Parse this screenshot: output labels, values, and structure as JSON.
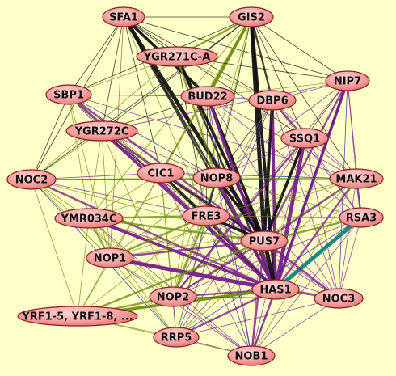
{
  "background_color": "#ffffc8",
  "node_color": "#f48a8a",
  "edge_colors": {
    "black": "#111111",
    "purple": "#7a1f8a",
    "olive": "#6f8f14",
    "navy": "#22229a",
    "teal": "#117f86",
    "brown": "#8a5a2a"
  },
  "nodes": [
    {
      "id": "SFA1",
      "label": "SFA1"
    },
    {
      "id": "GIS2",
      "label": "GIS2"
    },
    {
      "id": "YGR271C-A",
      "label": "YGR271C-A"
    },
    {
      "id": "NIP7",
      "label": "NIP7"
    },
    {
      "id": "SBP1",
      "label": "SBP1"
    },
    {
      "id": "BUD22",
      "label": "BUD22"
    },
    {
      "id": "DBP6",
      "label": "DBP6"
    },
    {
      "id": "YGR272C",
      "label": "YGR272C"
    },
    {
      "id": "SSQ1",
      "label": "SSQ1"
    },
    {
      "id": "NOC2",
      "label": "NOC2"
    },
    {
      "id": "CIC1",
      "label": "CIC1"
    },
    {
      "id": "NOP8",
      "label": "NOP8"
    },
    {
      "id": "MAK21",
      "label": "MAK21"
    },
    {
      "id": "YMR034C",
      "label": "YMR034C"
    },
    {
      "id": "FRE3",
      "label": "FRE3"
    },
    {
      "id": "RSA3",
      "label": "RSA3"
    },
    {
      "id": "NOP1",
      "label": "NOP1"
    },
    {
      "id": "PUS7",
      "label": "PUS7"
    },
    {
      "id": "HAS1",
      "label": "HAS1"
    },
    {
      "id": "NOP2",
      "label": "NOP2"
    },
    {
      "id": "NOC3",
      "label": "NOC3"
    },
    {
      "id": "YRF1",
      "label": "YRF1-5, YRF1-8, ..."
    },
    {
      "id": "RRP5",
      "label": "RRP5"
    },
    {
      "id": "NOB1",
      "label": "NOB1"
    }
  ],
  "edges": [
    [
      "SFA1",
      "GIS2",
      "black",
      1
    ],
    [
      "SFA1",
      "YGR271C-A",
      "black",
      1
    ],
    [
      "SFA1",
      "BUD22",
      "black",
      3
    ],
    [
      "SFA1",
      "PUS7",
      "black",
      4
    ],
    [
      "SFA1",
      "HAS1",
      "black",
      2
    ],
    [
      "SFA1",
      "SBP1",
      "black",
      1
    ],
    [
      "SFA1",
      "NOC2",
      "black",
      1
    ],
    [
      "SFA1",
      "NOP8",
      "black",
      2
    ],
    [
      "SFA1",
      "FRE3",
      "olive",
      1
    ],
    [
      "SFA1",
      "YGR272C",
      "black",
      1
    ],
    [
      "SFA1",
      "NIP7",
      "black",
      1
    ],
    [
      "SFA1",
      "DBP6",
      "black",
      1
    ],
    [
      "SFA1",
      "NOP1",
      "brown",
      1
    ],
    [
      "SFA1",
      "CIC1",
      "black",
      1
    ],
    [
      "SFA1",
      "SSQ1",
      "black",
      1
    ],
    [
      "GIS2",
      "YGR271C-A",
      "olive",
      2
    ],
    [
      "GIS2",
      "BUD22",
      "olive",
      3
    ],
    [
      "GIS2",
      "DBP6",
      "black",
      2
    ],
    [
      "GIS2",
      "PUS7",
      "black",
      4
    ],
    [
      "GIS2",
      "HAS1",
      "black",
      3
    ],
    [
      "GIS2",
      "NIP7",
      "black",
      1
    ],
    [
      "GIS2",
      "SBP1",
      "black",
      1
    ],
    [
      "GIS2",
      "YGR272C",
      "black",
      1
    ],
    [
      "GIS2",
      "CIC1",
      "olive",
      2
    ],
    [
      "GIS2",
      "NOC2",
      "black",
      1
    ],
    [
      "GIS2",
      "NOP8",
      "black",
      1
    ],
    [
      "GIS2",
      "SSQ1",
      "black",
      1
    ],
    [
      "GIS2",
      "FRE3",
      "olive",
      1
    ],
    [
      "GIS2",
      "MAK21",
      "black",
      1
    ],
    [
      "GIS2",
      "NOP2",
      "olive",
      1
    ],
    [
      "GIS2",
      "YMR034C",
      "olive",
      1
    ],
    [
      "YGR271C-A",
      "PUS7",
      "black",
      3
    ],
    [
      "YGR271C-A",
      "HAS1",
      "black",
      2
    ],
    [
      "YGR271C-A",
      "SBP1",
      "olive",
      1
    ],
    [
      "YGR271C-A",
      "NIP7",
      "black",
      1
    ],
    [
      "YGR271C-A",
      "NOP8",
      "olive",
      2
    ],
    [
      "YGR271C-A",
      "DBP6",
      "olive",
      1
    ],
    [
      "YGR271C-A",
      "NOC2",
      "olive",
      1
    ],
    [
      "YGR271C-A",
      "FRE3",
      "black",
      1
    ],
    [
      "NIP7",
      "HAS1",
      "purple",
      3
    ],
    [
      "NIP7",
      "PUS7",
      "purple",
      2
    ],
    [
      "NIP7",
      "RSA3",
      "purple",
      1
    ],
    [
      "NIP7",
      "MAK21",
      "purple",
      1
    ],
    [
      "NIP7",
      "NOC3",
      "navy",
      1
    ],
    [
      "NIP7",
      "DBP6",
      "purple",
      1
    ],
    [
      "NIP7",
      "NOP8",
      "purple",
      1
    ],
    [
      "NIP7",
      "SSQ1",
      "black",
      1
    ],
    [
      "NIP7",
      "NOB1",
      "navy",
      1
    ],
    [
      "NIP7",
      "NOP2",
      "purple",
      1
    ],
    [
      "NIP7",
      "BUD22",
      "olive",
      1
    ],
    [
      "NIP7",
      "YGR272C",
      "purple",
      1
    ],
    [
      "SBP1",
      "HAS1",
      "purple",
      2
    ],
    [
      "SBP1",
      "PUS7",
      "purple",
      2
    ],
    [
      "SBP1",
      "YGR272C",
      "black",
      1
    ],
    [
      "SBP1",
      "NOC2",
      "black",
      1
    ],
    [
      "SBP1",
      "CIC1",
      "olive",
      1
    ],
    [
      "SBP1",
      "NOP8",
      "navy",
      1
    ],
    [
      "SBP1",
      "FRE3",
      "purple",
      1
    ],
    [
      "SBP1",
      "BUD22",
      "navy",
      1
    ],
    [
      "SBP1",
      "NOP1",
      "olive",
      1
    ],
    [
      "SBP1",
      "YMR034C",
      "olive",
      1
    ],
    [
      "SBP1",
      "MAK21",
      "purple",
      1
    ],
    [
      "BUD22",
      "PUS7",
      "black",
      3
    ],
    [
      "BUD22",
      "HAS1",
      "purple",
      3
    ],
    [
      "BUD22",
      "DBP6",
      "purple",
      1
    ],
    [
      "BUD22",
      "NOP8",
      "purple",
      1
    ],
    [
      "BUD22",
      "NOC3",
      "purple",
      1
    ],
    [
      "BUD22",
      "RSA3",
      "purple",
      1
    ],
    [
      "BUD22",
      "NOP2",
      "olive",
      1
    ],
    [
      "BUD22",
      "FRE3",
      "black",
      1
    ],
    [
      "BUD22",
      "MAK21",
      "purple",
      1
    ],
    [
      "BUD22",
      "YGR272C",
      "black",
      1
    ],
    [
      "BUD22",
      "NOB1",
      "navy",
      1
    ],
    [
      "DBP6",
      "HAS1",
      "purple",
      3
    ],
    [
      "DBP6",
      "PUS7",
      "black",
      3
    ],
    [
      "DBP6",
      "SSQ1",
      "purple",
      2
    ],
    [
      "DBP6",
      "NOC3",
      "purple",
      1
    ],
    [
      "DBP6",
      "RSA3",
      "purple",
      1
    ],
    [
      "DBP6",
      "MAK21",
      "purple",
      1
    ],
    [
      "DBP6",
      "NOP2",
      "purple",
      1
    ],
    [
      "DBP6",
      "NOB1",
      "purple",
      1
    ],
    [
      "DBP6",
      "NOP8",
      "black",
      1
    ],
    [
      "DBP6",
      "FRE3",
      "olive",
      1
    ],
    [
      "DBP6",
      "RRP5",
      "navy",
      1
    ],
    [
      "YGR272C",
      "HAS1",
      "purple",
      3
    ],
    [
      "YGR272C",
      "PUS7",
      "purple",
      2
    ],
    [
      "YGR272C",
      "NOC2",
      "olive",
      1
    ],
    [
      "YGR272C",
      "CIC1",
      "olive",
      1
    ],
    [
      "YGR272C",
      "NOP8",
      "purple",
      1
    ],
    [
      "YGR272C",
      "FRE3",
      "black",
      1
    ],
    [
      "YGR272C",
      "NOP1",
      "olive",
      1
    ],
    [
      "YGR272C",
      "YMR034C",
      "olive",
      1
    ],
    [
      "YGR272C",
      "NOP2",
      "olive",
      1
    ],
    [
      "SSQ1",
      "HAS1",
      "purple",
      4
    ],
    [
      "SSQ1",
      "PUS7",
      "black",
      3
    ],
    [
      "SSQ1",
      "RSA3",
      "purple",
      1
    ],
    [
      "SSQ1",
      "NOC3",
      "purple",
      1
    ],
    [
      "SSQ1",
      "MAK21",
      "purple",
      1
    ],
    [
      "SSQ1",
      "NOP2",
      "purple",
      2
    ],
    [
      "SSQ1",
      "NOB1",
      "purple",
      1
    ],
    [
      "SSQ1",
      "RRP5",
      "purple",
      1
    ],
    [
      "SSQ1",
      "NOP8",
      "purple",
      1
    ],
    [
      "NOC2",
      "HAS1",
      "purple",
      2
    ],
    [
      "NOC2",
      "PUS7",
      "olive",
      1
    ],
    [
      "NOC2",
      "CIC1",
      "purple",
      1
    ],
    [
      "NOC2",
      "FRE3",
      "purple",
      1
    ],
    [
      "NOC2",
      "NOP1",
      "olive",
      1
    ],
    [
      "NOC2",
      "YMR034C",
      "olive",
      1
    ],
    [
      "NOC2",
      "YRF1",
      "olive",
      1
    ],
    [
      "NOC2",
      "NOP2",
      "olive",
      1
    ],
    [
      "NOC2",
      "RRP5",
      "navy",
      1
    ],
    [
      "NOC2",
      "NOP8",
      "olive",
      1
    ],
    [
      "NOC2",
      "MAK21",
      "purple",
      1
    ],
    [
      "CIC1",
      "HAS1",
      "black",
      2
    ],
    [
      "CIC1",
      "PUS7",
      "black",
      2
    ],
    [
      "CIC1",
      "FRE3",
      "black",
      2
    ],
    [
      "CIC1",
      "NOP8",
      "purple",
      1
    ],
    [
      "CIC1",
      "NOP1",
      "olive",
      1
    ],
    [
      "CIC1",
      "NOP2",
      "olive",
      1
    ],
    [
      "CIC1",
      "YMR034C",
      "olive",
      1
    ],
    [
      "CIC1",
      "YRF1",
      "olive",
      1
    ],
    [
      "CIC1",
      "RRP5",
      "olive",
      1
    ],
    [
      "CIC1",
      "NOB1",
      "purple",
      1
    ],
    [
      "CIC1",
      "NOC3",
      "purple",
      1
    ],
    [
      "CIC1",
      "MAK21",
      "navy",
      1
    ],
    [
      "NOP8",
      "HAS1",
      "purple",
      3
    ],
    [
      "NOP8",
      "PUS7",
      "black",
      3
    ],
    [
      "NOP8",
      "FRE3",
      "black",
      2
    ],
    [
      "NOP8",
      "MAK21",
      "olive",
      1
    ],
    [
      "NOP8",
      "RSA3",
      "olive",
      1
    ],
    [
      "NOP8",
      "NOC3",
      "purple",
      1
    ],
    [
      "NOP8",
      "NOP2",
      "olive",
      1
    ],
    [
      "NOP8",
      "NOB1",
      "purple",
      1
    ],
    [
      "NOP8",
      "RRP5",
      "navy",
      1
    ],
    [
      "NOP8",
      "NOP1",
      "olive",
      1
    ],
    [
      "NOP8",
      "YMR034C",
      "olive",
      1
    ],
    [
      "MAK21",
      "HAS1",
      "purple",
      2
    ],
    [
      "MAK21",
      "PUS7",
      "purple",
      2
    ],
    [
      "MAK21",
      "RSA3",
      "purple",
      2
    ],
    [
      "MAK21",
      "NOC3",
      "purple",
      1
    ],
    [
      "MAK21",
      "FRE3",
      "olive",
      1
    ],
    [
      "MAK21",
      "NOP2",
      "olive",
      1
    ],
    [
      "MAK21",
      "NOB1",
      "olive",
      1
    ],
    [
      "MAK21",
      "RRP5",
      "olive",
      1
    ],
    [
      "MAK21",
      "NOP1",
      "olive",
      1
    ],
    [
      "YMR034C",
      "HAS1",
      "purple",
      3
    ],
    [
      "YMR034C",
      "PUS7",
      "olive",
      2
    ],
    [
      "YMR034C",
      "FRE3",
      "olive",
      2
    ],
    [
      "YMR034C",
      "NOP1",
      "olive",
      2
    ],
    [
      "YMR034C",
      "NOP2",
      "olive",
      1
    ],
    [
      "YMR034C",
      "YRF1",
      "olive",
      1
    ],
    [
      "YMR034C",
      "RRP5",
      "olive",
      1
    ],
    [
      "YMR034C",
      "NOB1",
      "purple",
      1
    ],
    [
      "YMR034C",
      "NOC3",
      "purple",
      1
    ],
    [
      "FRE3",
      "PUS7",
      "black",
      3
    ],
    [
      "FRE3",
      "HAS1",
      "purple",
      2
    ],
    [
      "FRE3",
      "NOP1",
      "olive",
      2
    ],
    [
      "FRE3",
      "NOP2",
      "olive",
      2
    ],
    [
      "FRE3",
      "RSA3",
      "olive",
      1
    ],
    [
      "FRE3",
      "NOC3",
      "purple",
      1
    ],
    [
      "FRE3",
      "YRF1",
      "olive",
      1
    ],
    [
      "FRE3",
      "RRP5",
      "olive",
      1
    ],
    [
      "FRE3",
      "NOB1",
      "navy",
      1
    ],
    [
      "RSA3",
      "HAS1",
      "teal",
      4
    ],
    [
      "RSA3",
      "PUS7",
      "olive",
      2
    ],
    [
      "RSA3",
      "NOC3",
      "purple",
      1
    ],
    [
      "RSA3",
      "NOP2",
      "purple",
      1
    ],
    [
      "RSA3",
      "NOB1",
      "purple",
      1
    ],
    [
      "RSA3",
      "RRP5",
      "navy",
      1
    ],
    [
      "RSA3",
      "NOP1",
      "olive",
      1
    ],
    [
      "NOP1",
      "HAS1",
      "purple",
      4
    ],
    [
      "NOP1",
      "PUS7",
      "purple",
      2
    ],
    [
      "NOP1",
      "NOP2",
      "olive",
      1
    ],
    [
      "NOP1",
      "YRF1",
      "olive",
      1
    ],
    [
      "NOP1",
      "RRP5",
      "olive",
      1
    ],
    [
      "NOP1",
      "NOB1",
      "purple",
      1
    ],
    [
      "NOP1",
      "NOC3",
      "purple",
      1
    ],
    [
      "PUS7",
      "HAS1",
      "black",
      4
    ],
    [
      "PUS7",
      "NOC3",
      "purple",
      2
    ],
    [
      "PUS7",
      "NOP2",
      "purple",
      2
    ],
    [
      "PUS7",
      "NOB1",
      "purple",
      2
    ],
    [
      "PUS7",
      "RRP5",
      "purple",
      1
    ],
    [
      "PUS7",
      "YRF1",
      "olive",
      2
    ],
    [
      "HAS1",
      "NOC3",
      "purple",
      2
    ],
    [
      "HAS1",
      "NOP2",
      "purple",
      2
    ],
    [
      "HAS1",
      "NOB1",
      "purple",
      2
    ],
    [
      "HAS1",
      "RRP5",
      "purple",
      2
    ],
    [
      "HAS1",
      "YRF1",
      "olive",
      3
    ],
    [
      "NOP2",
      "NOC3",
      "purple",
      1
    ],
    [
      "NOP2",
      "RRP5",
      "purple",
      1
    ],
    [
      "NOP2",
      "NOB1",
      "purple",
      1
    ],
    [
      "NOP2",
      "YRF1",
      "olive",
      2
    ],
    [
      "NOC3",
      "NOB1",
      "purple",
      1
    ],
    [
      "NOC3",
      "RRP5",
      "purple",
      1
    ],
    [
      "YRF1",
      "RRP5",
      "olive",
      1
    ],
    [
      "YRF1",
      "NOB1",
      "olive",
      1
    ],
    [
      "RRP5",
      "NOB1",
      "purple",
      1
    ]
  ]
}
